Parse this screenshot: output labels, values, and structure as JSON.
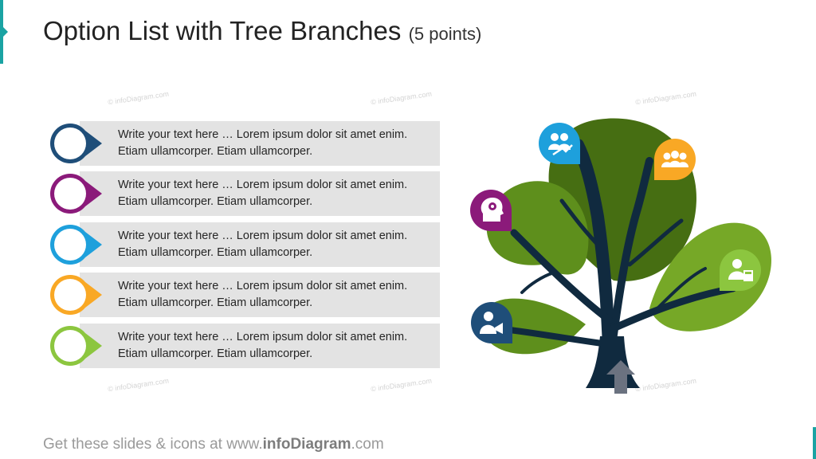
{
  "title": {
    "main": "Option List with Tree Branches",
    "sub": "(5 points)"
  },
  "watermark": "infoDiagram.com",
  "items": [
    {
      "text": "Write your text here … Lorem ipsum dolor sit amet enim. Etiam ullamcorper. Etiam ullamcorper.",
      "color": "#1f4e79"
    },
    {
      "text": "Write your text here … Lorem ipsum dolor sit amet enim. Etiam ullamcorper. Etiam ullamcorper.",
      "color": "#8b1a7a"
    },
    {
      "text": "Write your text here … Lorem ipsum dolor sit amet enim. Etiam ullamcorper. Etiam ullamcorper.",
      "color": "#1ea0dc"
    },
    {
      "text": "Write your text here … Lorem ipsum dolor sit amet enim. Etiam ullamcorper. Etiam ullamcorper.",
      "color": "#f9a825"
    },
    {
      "text": "Write your text here … Lorem ipsum dolor sit amet enim. Etiam ullamcorper. Etiam ullamcorper.",
      "color": "#8cc63f"
    }
  ],
  "tree": {
    "colors": {
      "trunk": "#102a3f",
      "leaf_dark": "#466e12",
      "leaf_mid": "#5e8f1c",
      "leaf_light": "#76a827",
      "arrow": "#6b7280"
    },
    "icons": [
      {
        "name": "people-growth-icon",
        "color": "#1ea0dc"
      },
      {
        "name": "group-icon",
        "color": "#f9a825"
      },
      {
        "name": "head-gear-icon",
        "color": "#8b1a7a"
      },
      {
        "name": "person-calculator-icon",
        "color": "#8cc63f"
      },
      {
        "name": "person-megaphone-icon",
        "color": "#1f4e79"
      }
    ]
  },
  "footer": {
    "prefix": "Get these slides & icons at www.",
    "brand": "infoDiagram",
    "suffix": ".com"
  }
}
